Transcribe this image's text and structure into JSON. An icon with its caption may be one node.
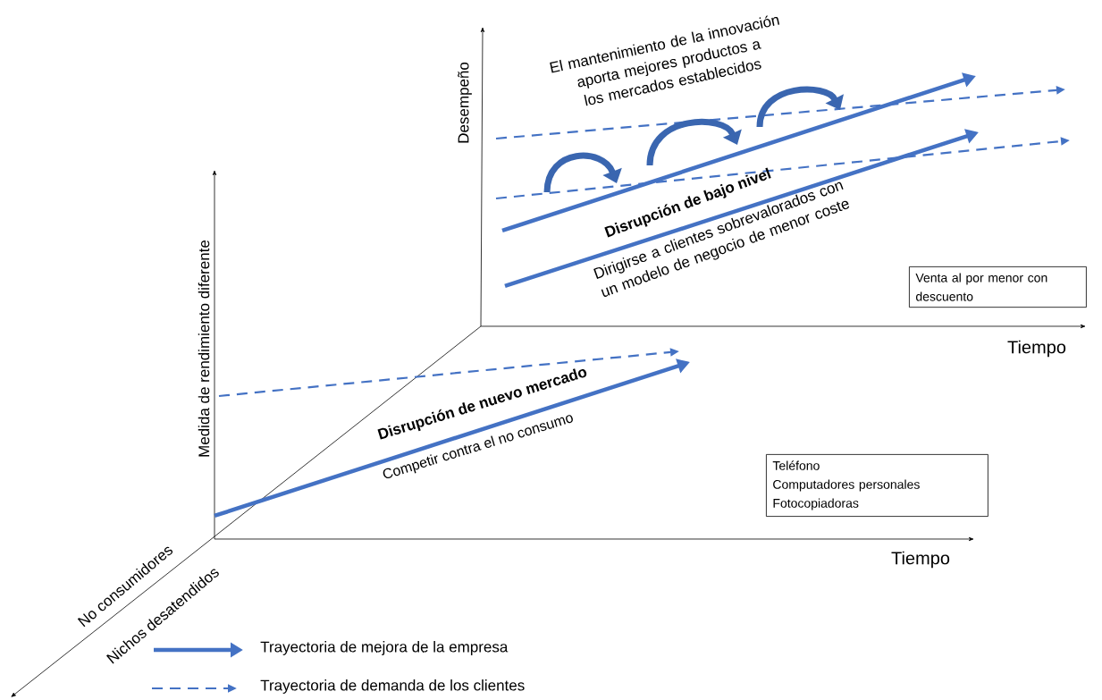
{
  "diagram": {
    "nodes": [
      {
        "text": [
          "Venta al por menor con descuento"
        ]
      },
      {
        "text": [
          "Teléfono",
          "Computadores personales",
          "Fotocopiadoras"
        ]
      }
    ],
    "labels": [
      "Desempeño",
      "El mantenimiento de la innovación aporta mejores productos a los mercados establecidos",
      "Disrupción de bajo nivel",
      "Dirigirse a clientes sobrevalorados con un modelo de negocio de menor coste",
      "Medida de rendimiento diferente",
      "Tiempo",
      "Disrupción de nuevo mercado",
      "Competir contra el no consumo",
      "Tiempo",
      "No consumidores",
      "Nichos desatendidos"
    ],
    "legend": [
      {
        "text": "Trayectoria de mejora de la empresa"
      },
      {
        "text": "Trayectoria de demanda de los clientes"
      }
    ]
  }
}
